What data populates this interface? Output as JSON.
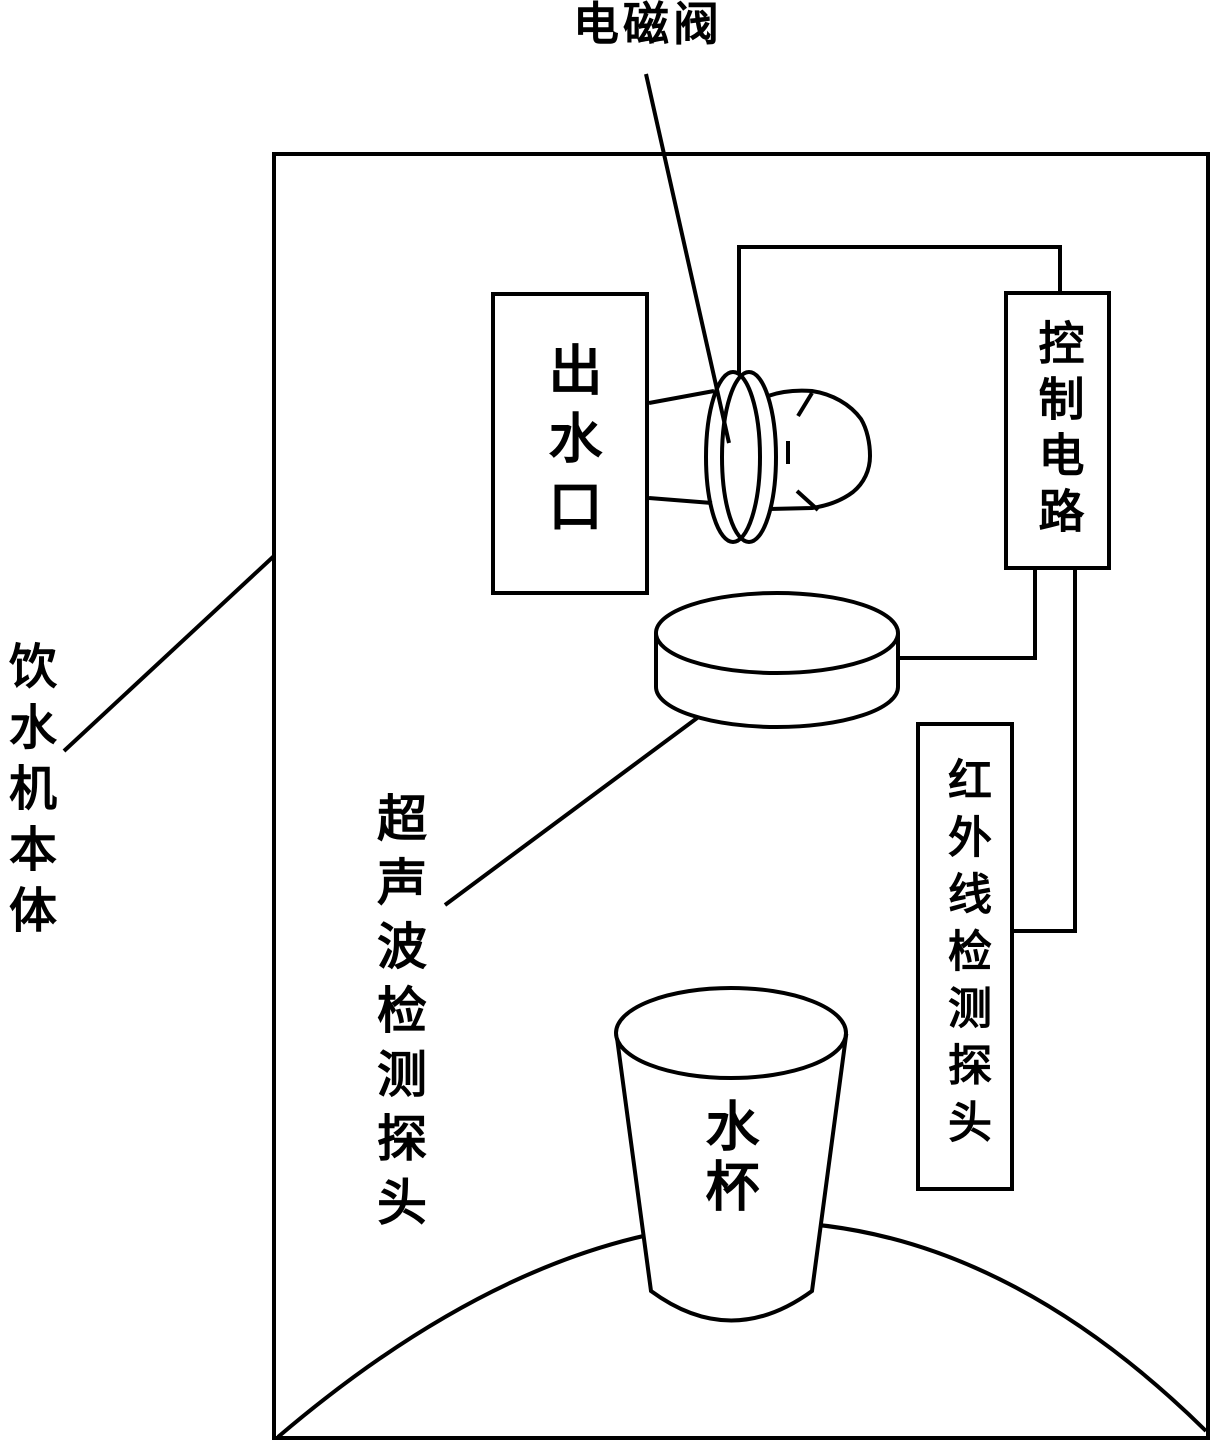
{
  "figure": {
    "type": "patent-line-drawing",
    "labels": {
      "solenoid_valve": "电磁阀",
      "dispenser_body": "饮水机本体",
      "water_outlet": "出水口",
      "control_circuit": "控制电路",
      "ultrasonic_probe": "超声波检测探头",
      "infrared_probe": "红外线检测探头",
      "water_cup": "水杯"
    },
    "colors": {
      "line": "#000000",
      "background": "#ffffff",
      "text": "#000000"
    }
  }
}
